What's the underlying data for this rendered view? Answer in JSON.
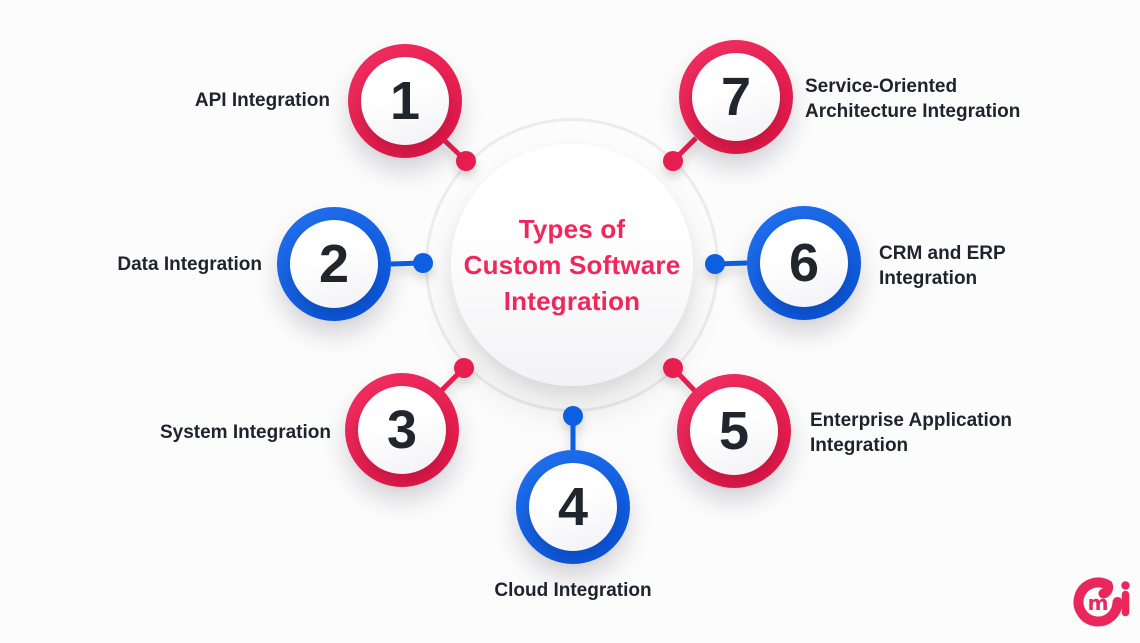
{
  "title": "Types of\nCustom Software\nIntegration",
  "background": "#FCFCFC",
  "palette": {
    "red": "#E71E4F",
    "blue": "#0D5FE1",
    "title_pink": "#F0275C",
    "number_color": "#20262E",
    "label_color": "#1D242E",
    "outer_ring_gray": "#ECECEC"
  },
  "nodes": [
    {
      "number": "1",
      "label": "API Integration",
      "color": "red"
    },
    {
      "number": "2",
      "label": "Data Integration",
      "color": "blue"
    },
    {
      "number": "3",
      "label": "System Integration",
      "color": "red"
    },
    {
      "number": "4",
      "label": "Cloud Integration",
      "color": "blue"
    },
    {
      "number": "5",
      "label": "Enterprise Application\nIntegration",
      "color": "red"
    },
    {
      "number": "6",
      "label": "CRM and ERP\nIntegration",
      "color": "blue"
    },
    {
      "number": "7",
      "label": "Service-Oriented\nArchitecture Integration",
      "color": "red"
    }
  ],
  "logo": {
    "icon": "cmi-logo",
    "color": "#E9275A"
  }
}
